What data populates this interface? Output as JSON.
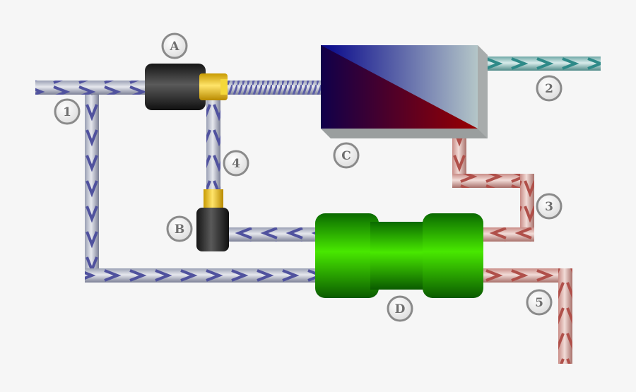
{
  "components": [
    {
      "id": "A",
      "label": "A"
    },
    {
      "id": "B",
      "label": "B"
    },
    {
      "id": "C",
      "label": "C"
    },
    {
      "id": "D",
      "label": "D"
    }
  ],
  "streams": [
    {
      "id": "1",
      "label": "1"
    },
    {
      "id": "2",
      "label": "2"
    },
    {
      "id": "3",
      "label": "3"
    },
    {
      "id": "4",
      "label": "4"
    },
    {
      "id": "5",
      "label": "5"
    }
  ],
  "colors": {
    "pipe_blue": "#5a5ca6",
    "pipe_teal": "#4a9a98",
    "pipe_red": "#b8605a",
    "unit_black": "#1c1c1c",
    "fitting_yellow": "#e8c020",
    "reactor_green": "#2ec000",
    "tank_blue": "#0a0a8a",
    "tank_red": "#8a0010",
    "label_gray": "#7a7a7a"
  },
  "icons": {
    "flow_direction": "chevron-arrow-icon",
    "label_marker": "circle-badge-icon"
  }
}
